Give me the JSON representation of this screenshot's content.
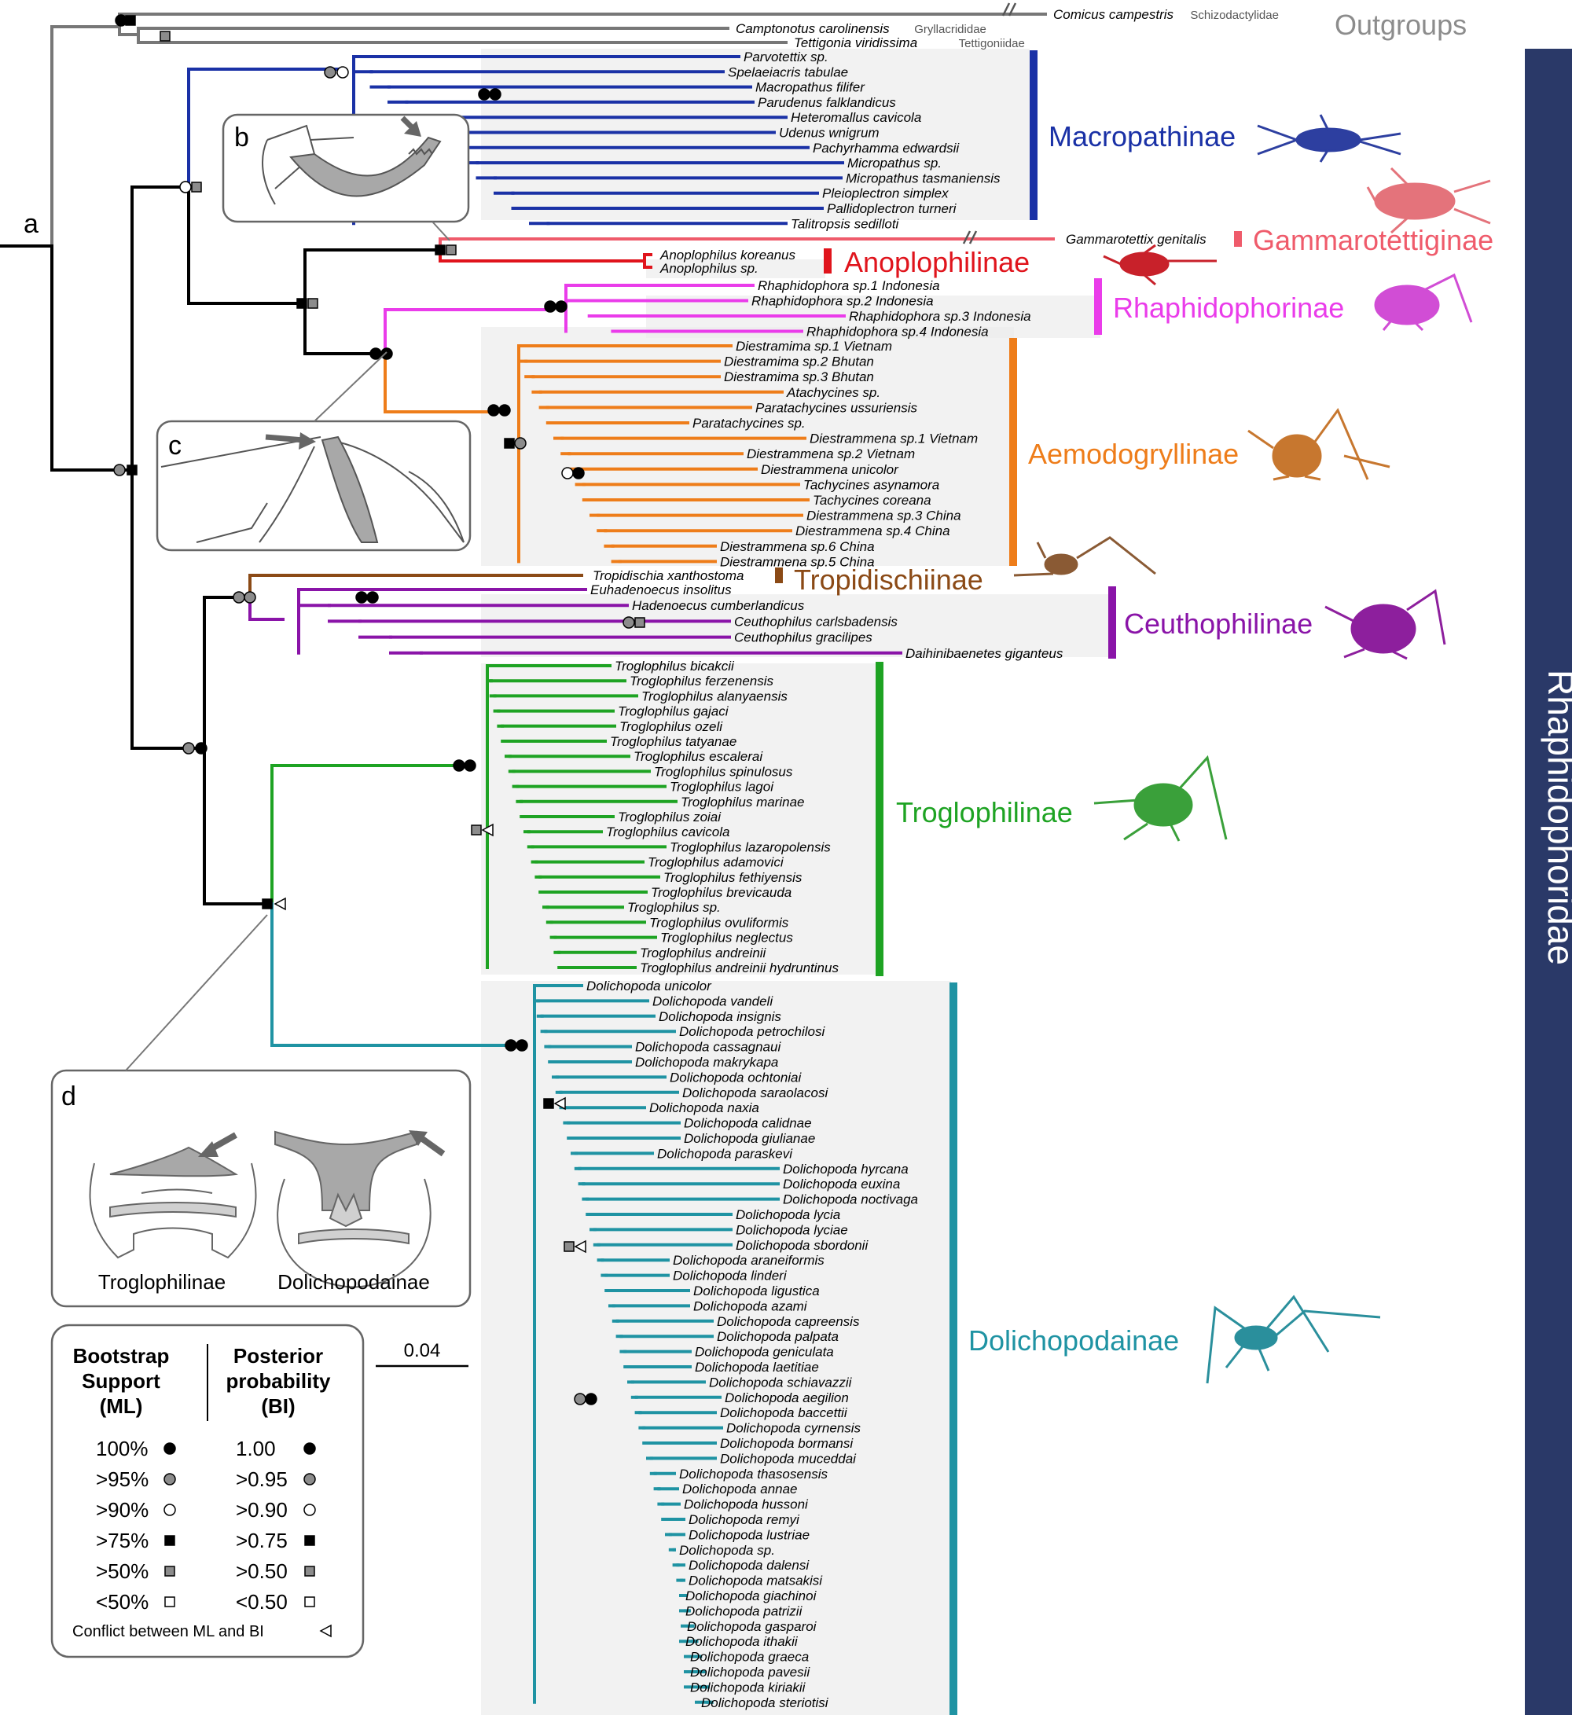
{
  "panel_labels": {
    "a": "a",
    "b": "b",
    "c": "c",
    "d": "d"
  },
  "family_label": "Rhaphidophoridae",
  "outgroups": {
    "label": "Outgroups",
    "taxa": [
      {
        "name": "Comicus campestris",
        "family": "Schizodactylidae"
      },
      {
        "name": "Camptonotus carolinensis",
        "family": "Gryllacrididae"
      },
      {
        "name": "Tettigonia viridissima",
        "family": "Tettigoniidae"
      }
    ]
  },
  "subfamilies": [
    {
      "name": "Macropathinae",
      "color": "#1a31a6"
    },
    {
      "name": "Gammarotettiginae",
      "color": "#ef5b6b"
    },
    {
      "name": "Anoplophilinae",
      "color": "#e0141c"
    },
    {
      "name": "Rhaphidophorinae",
      "color": "#ea3cea"
    },
    {
      "name": "Aemodogryllinae",
      "color": "#ee7d1a"
    },
    {
      "name": "Tropidischiinae",
      "color": "#8b4a16"
    },
    {
      "name": "Ceuthophilinae",
      "color": "#8a14a8"
    },
    {
      "name": "Troglophilinae",
      "color": "#1ea323"
    },
    {
      "name": "Dolichopodainae",
      "color": "#1f93a3"
    }
  ],
  "tips": {
    "macropathinae": [
      "Parvotettix sp.",
      "Spelaeiacris tabulae",
      "Macropathus filifer",
      "Parudenus falklandicus",
      "Heteromallus cavicola",
      "Udenus wnigrum",
      "Pachyrhamma edwardsii",
      "Micropathus sp.",
      "Micropathus tasmaniensis",
      "Pleioplectron simplex",
      "Pallidoplectron turneri",
      "Talitropsis sedilloti"
    ],
    "gammarotettiginae": [
      "Gammarotettix genitalis"
    ],
    "anoplophilinae": [
      "Anoplophilus koreanus",
      "Anoplophilus sp."
    ],
    "rhaphidophorinae": [
      "Rhaphidophora sp.1 Indonesia",
      "Rhaphidophora sp.2 Indonesia",
      "Rhaphidophora sp.3 Indonesia",
      "Rhaphidophora sp.4 Indonesia"
    ],
    "aemodogryllinae": [
      "Diestramima sp.1 Vietnam",
      "Diestramima sp.2 Bhutan",
      "Diestramima sp.3 Bhutan",
      "Atachycines sp.",
      "Paratachycines ussuriensis",
      "Paratachycines sp.",
      "Diestrammena sp.1 Vietnam",
      "Diestrammena sp.2 Vietnam",
      "Diestrammena unicolor",
      "Tachycines asynamora",
      "Tachycines coreana",
      "Diestrammena sp.3 China",
      "Diestrammena sp.4 China",
      "Diestrammena sp.6 China",
      "Diestrammena sp.5 China"
    ],
    "tropidischiinae": [
      "Tropidischia xanthostoma"
    ],
    "ceuthophilinae": [
      "Euhadenoecus insolitus",
      "Hadenoecus cumberlandicus",
      "Ceuthophilus carlsbadensis",
      "Ceuthophilus gracilipes",
      "Daihinibaenetes giganteus"
    ],
    "troglophilinae": [
      "Troglophilus bicakcii",
      "Troglophilus ferzenensis",
      "Troglophilus alanyaensis",
      "Troglophilus gajaci",
      "Troglophilus ozeli",
      "Troglophilus tatyanae",
      "Troglophilus escalerai",
      "Troglophilus spinulosus",
      "Troglophilus lagoi",
      "Troglophilus marinae",
      "Troglophilus zoiai",
      "Troglophilus cavicola",
      "Troglophilus lazaropolensis",
      "Troglophilus adamovici",
      "Troglophilus fethiyensis",
      "Troglophilus brevicauda",
      "Troglophilus sp.",
      "Troglophilus ovuliformis",
      "Troglophilus neglectus",
      "Troglophilus andreinii",
      "Troglophilus andreinii hydruntinus"
    ],
    "dolichopodainae": [
      "Dolichopoda unicolor",
      "Dolichopoda vandeli",
      "Dolichopoda insignis",
      "Dolichopoda petrochilosi",
      "Dolichopoda cassagnaui",
      "Dolichopoda makrykapa",
      "Dolichopoda ochtoniai",
      "Dolichopoda saraolacosi",
      "Dolichopoda naxia",
      "Dolichopoda calidnae",
      "Dolichopoda giulianae",
      "Dolichopoda paraskevi",
      "Dolichopoda hyrcana",
      "Dolichopoda euxina",
      "Dolichopoda noctivaga",
      "Dolichopoda lycia",
      "Dolichopoda lyciae",
      "Dolichopoda sbordonii",
      "Dolichopoda araneiformis",
      "Dolichopoda linderi",
      "Dolichopoda ligustica",
      "Dolichopoda azami",
      "Dolichopoda capreensis",
      "Dolichopoda palpata",
      "Dolichopoda geniculata",
      "Dolichopoda laetitiae",
      "Dolichopoda schiavazzii",
      "Dolichopoda aegilion",
      "Dolichopoda baccettii",
      "Dolichopoda cyrnensis",
      "Dolichopoda bormansi",
      "Dolichopoda muceddai",
      "Dolichopoda thasosensis",
      "Dolichopoda annae",
      "Dolichopoda hussoni",
      "Dolichopoda remyi",
      "Dolichopoda lustriae",
      "Dolichopoda sp.",
      "Dolichopoda dalensi",
      "Dolichopoda matsakisi",
      "Dolichopoda giachinoi",
      "Dolichopoda patrizii",
      "Dolichopoda gasparoi",
      "Dolichopoda ithakii",
      "Dolichopoda graeca",
      "Dolichopoda pavesii",
      "Dolichopoda kiriakii",
      "Dolichopoda steriotisi"
    ]
  },
  "inset_d": {
    "left_caption": "Troglophilinae",
    "right_caption": "Dolichopodainae"
  },
  "legend": {
    "ml_heading": [
      "Bootstrap",
      "Support",
      "(ML)"
    ],
    "bi_heading": [
      "Posterior",
      "probability",
      "(BI)"
    ],
    "rows": [
      {
        "ml": "100%",
        "bi": "1.00",
        "symbol": "circle-black"
      },
      {
        "ml": ">95%",
        "bi": ">0.95",
        "symbol": "circle-grey"
      },
      {
        "ml": ">90%",
        "bi": ">0.90",
        "symbol": "circle-white"
      },
      {
        "ml": ">75%",
        "bi": ">0.75",
        "symbol": "square-black"
      },
      {
        "ml": ">50%",
        "bi": ">0.50",
        "symbol": "square-grey"
      },
      {
        "ml": "<50%",
        "bi": "<0.50",
        "symbol": "square-white"
      }
    ],
    "conflict": "Conflict between ML and BI"
  },
  "scale_bar": "0.04"
}
